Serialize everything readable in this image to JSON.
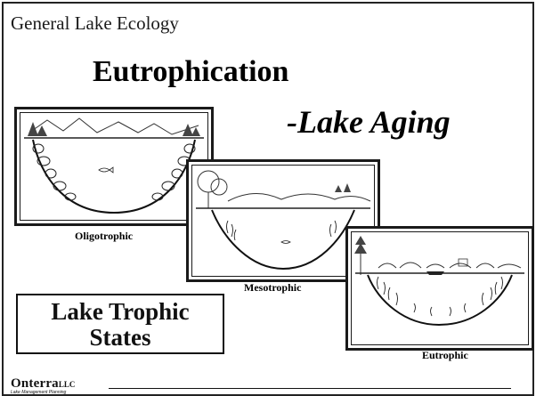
{
  "slide": {
    "topic": "General Lake Ecology",
    "title": "Eutrophication",
    "subtitle": "-Lake Aging",
    "box_label": [
      "Lake Trophic",
      "States"
    ]
  },
  "panels": [
    {
      "id": "oligotrophic",
      "caption": "Oligotrophic",
      "icon": "clear-deep-lake-illustration"
    },
    {
      "id": "mesotrophic",
      "caption": "Mesotrophic",
      "icon": "moderate-lake-illustration"
    },
    {
      "id": "eutrophic",
      "caption": "Eutrophic",
      "icon": "shallow-weedy-lake-illustration"
    }
  ],
  "footer": {
    "logo_name": "Onterra",
    "logo_suffix": "LLC",
    "logo_tagline": "Lake Management Planning"
  },
  "colors": {
    "ink": "#111111",
    "background": "#ffffff"
  }
}
